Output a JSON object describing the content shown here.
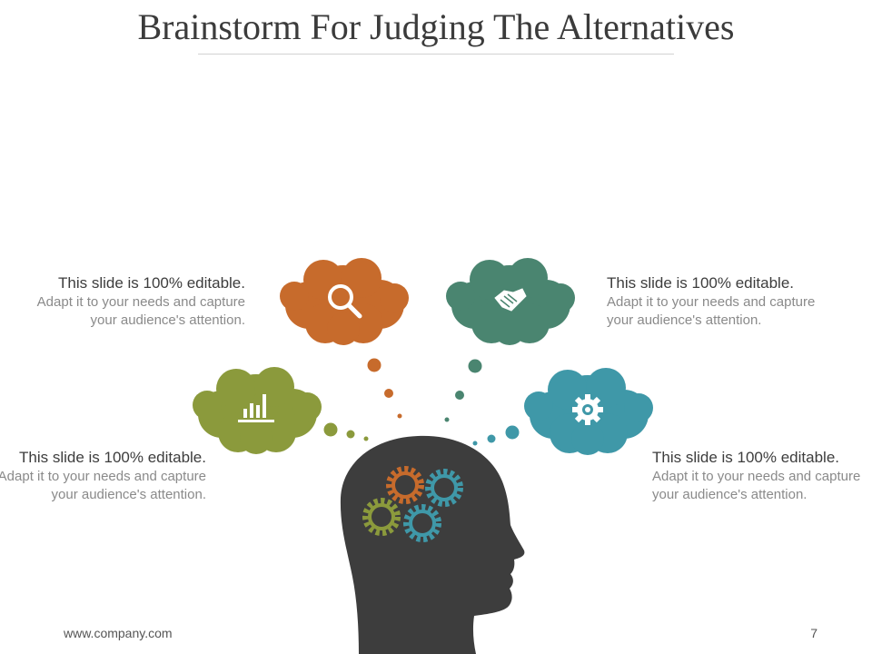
{
  "slide": {
    "title": "Brainstorm For Judging The Alternatives",
    "footer_url": "www.company.com",
    "page_number": "7"
  },
  "blocks": {
    "top_left": {
      "lead": "This slide is 100% editable.",
      "body": " Adapt it to your needs and capture your audience's attention."
    },
    "bottom_left": {
      "lead": "This slide is 100% editable.",
      "body": " Adapt it to your needs and capture your audience's attention."
    },
    "top_right": {
      "lead": "This slide is 100% editable.",
      "body": " Adapt it to your needs and capture your audience's attention."
    },
    "bottom_right": {
      "lead": "This slide is 100% editable.",
      "body": " Adapt it to your needs and capture your audience's attention."
    }
  },
  "clouds": [
    {
      "id": "olive",
      "icon": "bar-chart-icon",
      "color": "#8b9a3c"
    },
    {
      "id": "orange",
      "icon": "magnifier-icon",
      "color": "#c76b2c"
    },
    {
      "id": "green",
      "icon": "handshake-icon",
      "color": "#4a8570"
    },
    {
      "id": "teal",
      "icon": "gear-icon",
      "color": "#3f98a8"
    }
  ],
  "colors": {
    "head": "#3d3d3d",
    "gear_orange": "#c76b2c",
    "gear_teal": "#3f98a8",
    "gear_olive": "#8b9a3c",
    "gear_blue": "#3f98a8"
  }
}
